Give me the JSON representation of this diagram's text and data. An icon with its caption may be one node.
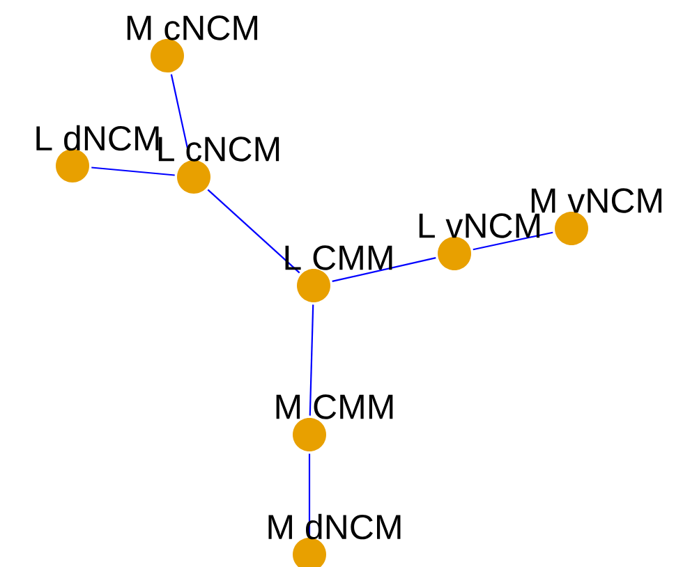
{
  "diagram": {
    "nodes": [
      {
        "text": [
          "M cNCM"
        ]
      },
      {
        "text": [
          "L dNCM"
        ]
      },
      {
        "text": [
          "L cNCM"
        ]
      },
      {
        "text": [
          "L CMM"
        ]
      },
      {
        "text": [
          "L vNCM"
        ]
      },
      {
        "text": [
          "M vNCM"
        ]
      },
      {
        "text": [
          "M CMM"
        ]
      },
      {
        "text": [
          "M dNCM"
        ]
      }
    ],
    "edges": [
      {
        "from": 0,
        "to": 2,
        "arrow": "none"
      },
      {
        "from": 1,
        "to": 2,
        "arrow": "none"
      },
      {
        "from": 2,
        "to": 3,
        "arrow": "none"
      },
      {
        "from": 3,
        "to": 4,
        "arrow": "none"
      },
      {
        "from": 4,
        "to": 5,
        "arrow": "none"
      },
      {
        "from": 3,
        "to": 6,
        "arrow": "none"
      },
      {
        "from": 6,
        "to": 7,
        "arrow": "none"
      }
    ]
  }
}
